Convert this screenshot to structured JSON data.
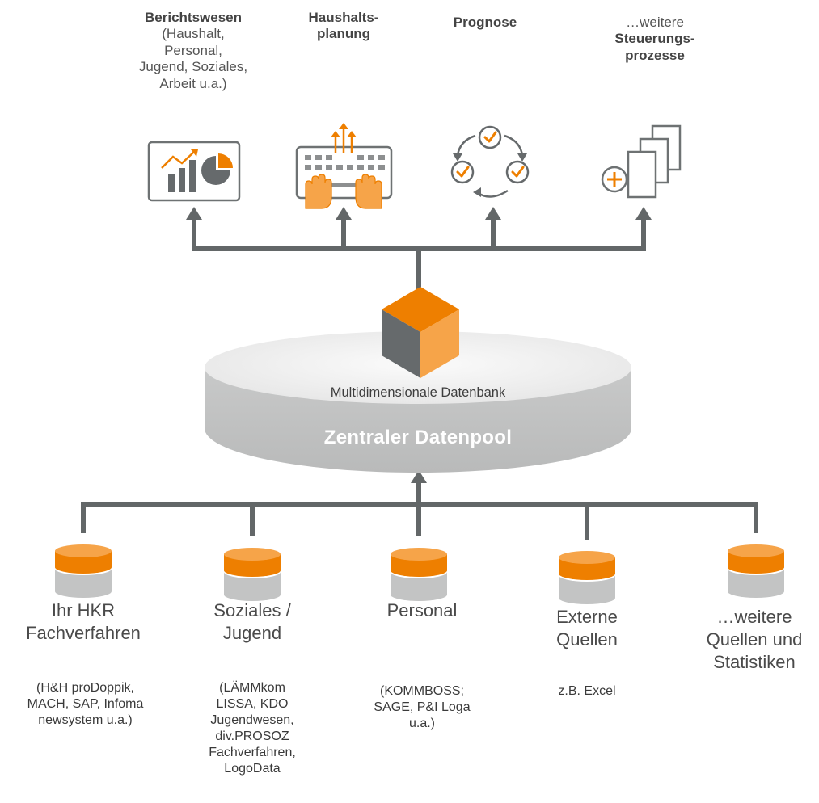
{
  "colors": {
    "orange": "#ee7f00",
    "orange_light": "#f6a449",
    "gray_dark": "#666a6c",
    "gray_mid": "#8d8f90",
    "gray_light": "#c9caca",
    "cylinder_body": "#c3c4c4",
    "cylinder_top": "#eeeeee",
    "pool_text": "#ffffff"
  },
  "targets": [
    {
      "icon": "report-chart-icon",
      "title": "Berichtswesen",
      "lines": [
        "(Haushalt,",
        "Personal,",
        "Jugend, Soziales,",
        "Arbeit u.a.)"
      ]
    },
    {
      "icon": "keyboard-upload-icon",
      "title_lines": [
        "Haushalts-",
        "planung"
      ]
    },
    {
      "icon": "cycle-check-icon",
      "title": "Prognose"
    },
    {
      "icon": "documents-add-icon",
      "prefix": "…weitere",
      "title_lines": [
        "Steuerungs-",
        "prozesse"
      ]
    }
  ],
  "center": {
    "cube_icon": "cube-icon",
    "db_label": "Multidimensionale Datenbank",
    "pool_label": "Zentraler Datenpool"
  },
  "sources": [
    {
      "icon": "database-icon",
      "title_lines": [
        "Ihr HKR",
        "Fachverfahren"
      ],
      "note_lines": [
        "(H&H proDoppik,",
        "MACH, SAP, Infoma",
        "newsystem u.a.)"
      ]
    },
    {
      "icon": "database-icon",
      "title_lines": [
        "Soziales /",
        "Jugend"
      ],
      "note_lines": [
        "(LÄMMkom",
        "LISSA, KDO",
        "Jugendwesen,",
        "div.PROSOZ",
        "Fachverfahren,",
        "LogoData"
      ]
    },
    {
      "icon": "database-icon",
      "title_lines": [
        "Personal"
      ],
      "note_lines": [
        "(KOMMBOSS;",
        "SAGE, P&I Loga",
        "u.a.)"
      ]
    },
    {
      "icon": "database-icon",
      "title_lines": [
        "Externe",
        "Quellen"
      ],
      "note_lines": [
        "z.B. Excel"
      ]
    },
    {
      "icon": "database-icon",
      "title_lines": [
        "…weitere",
        "Quellen und",
        "Statistiken"
      ],
      "note_lines": []
    }
  ]
}
